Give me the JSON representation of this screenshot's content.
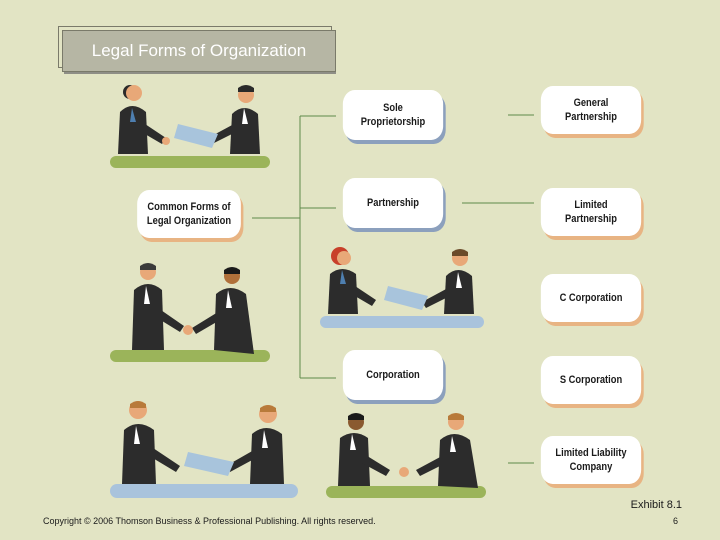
{
  "title": "Legal Forms of Organization",
  "nodes": {
    "root": "Common Forms of\nLegal Organization",
    "sole": "Sole\nProprietorship",
    "partnership": "Partnership",
    "corporation": "Corporation",
    "general": "General\nPartnership",
    "limited": "Limited\nPartnership",
    "c_corp": "C Corporation",
    "s_corp": "S Corporation",
    "llc": "Limited Liability\nCompany"
  },
  "footer": {
    "copyright": "Copyright © 2006 Thomson Business & Professional Publishing. All rights reserved.",
    "exhibit": "Exhibit 8.1",
    "page": "6"
  },
  "colors": {
    "background": "#e2e4c4",
    "card_shadow_blue": "#8ca0bd",
    "card_shadow_orange": "#e8b483",
    "card_shadow_green": "#b4c078",
    "connector": "#5f8a4a"
  }
}
